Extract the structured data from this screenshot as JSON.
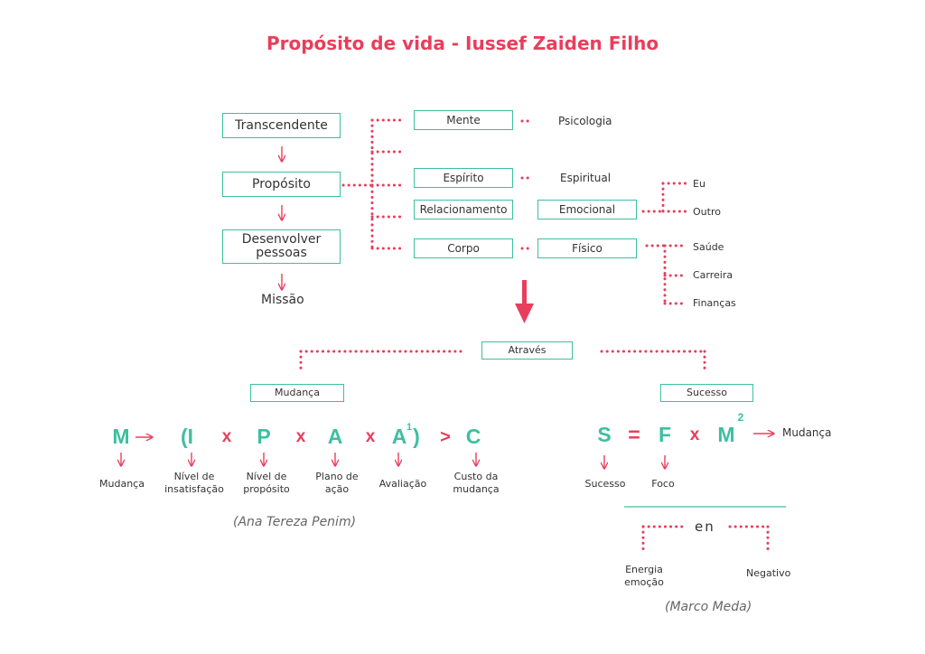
{
  "title": "Propósito de vida - Iussef Zaiden Filho",
  "hierarchy": {
    "transcendente": "Transcendente",
    "proposito": "Propósito",
    "desenvolver": "Desenvolver pessoas",
    "missao": "Missão"
  },
  "dimensions": {
    "mente": "Mente",
    "espirito": "Espírito",
    "relacionamento": "Relacionamento",
    "corpo": "Corpo",
    "emocional": "Emocional",
    "fisico": "Físico",
    "psicologia": "Psicologia",
    "espiritual": "Espiritual",
    "eu": "Eu",
    "outro": "Outro",
    "saude": "Saúde",
    "carreira": "Carreira",
    "financas": "Finanças"
  },
  "flow": {
    "atraves": "Através",
    "mudanca": "Mudança",
    "sucesso": "Sucesso"
  },
  "formula1": {
    "M": "M",
    "open_I": "(I",
    "x1": "x",
    "P": "P",
    "x2": "x",
    "A": "A",
    "x3": "x",
    "A1": "A",
    "sup": "1",
    "close": ")",
    "gt": ">",
    "C": "C",
    "labels": {
      "mudanca": "Mudança",
      "nivel_insatisfacao": "Nível de insatisfação",
      "nivel_proposito": "Nível de propósito",
      "plano_acao": "Plano de ação",
      "avaliacao": "Avaliação",
      "custo_mudanca": "Custo da mudança"
    },
    "credit": "(Ana Tereza Penim)"
  },
  "formula2": {
    "S": "S",
    "eq": "=",
    "F": "F",
    "x": "x",
    "M": "M",
    "sup": "2",
    "result": "Mudança",
    "labels": {
      "sucesso": "Sucesso",
      "foco": "Foco"
    },
    "en": "en",
    "energia": "Energia emoção",
    "negativo": "Negativo",
    "credit": "(Marco Meda)"
  },
  "colors": {
    "accent_red": "#e83e5c",
    "accent_teal": "#3dbfa2"
  }
}
